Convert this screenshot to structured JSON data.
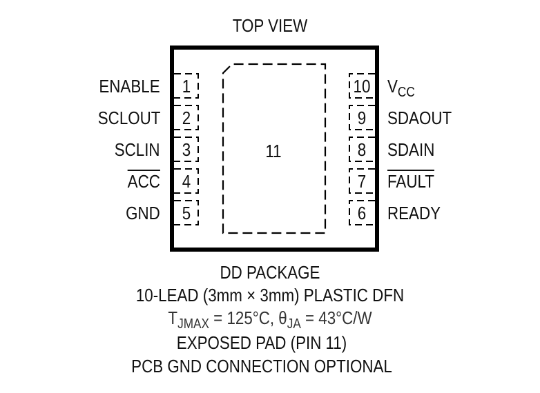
{
  "diagram": {
    "title": "TOP VIEW",
    "package": {
      "exposed_pad_number": "11",
      "outline_color": "#000000"
    },
    "left_pins": [
      {
        "number": "1",
        "name": "ENABLE",
        "overbar": false
      },
      {
        "number": "2",
        "name": "SCLOUT",
        "overbar": false
      },
      {
        "number": "3",
        "name": "SCLIN",
        "overbar": false
      },
      {
        "number": "4",
        "name": "ACC",
        "overbar": true
      },
      {
        "number": "5",
        "name": "GND",
        "overbar": false
      }
    ],
    "right_pins": [
      {
        "number": "10",
        "name": "V",
        "subscript": "CC",
        "overbar": false
      },
      {
        "number": "9",
        "name": "SDAOUT",
        "overbar": false
      },
      {
        "number": "8",
        "name": "SDAIN",
        "overbar": false
      },
      {
        "number": "7",
        "name": "FAULT",
        "overbar": true
      },
      {
        "number": "6",
        "name": "READY",
        "overbar": false
      }
    ],
    "caption": {
      "line1": "DD PACKAGE",
      "line2": "10-LEAD (3mm × 3mm) PLASTIC DFN",
      "line3": {
        "t": "T",
        "t_sub": "JMAX",
        "t_val": " = 125°C, ",
        "theta": "θ",
        "theta_sub": "JA",
        "theta_val": " = 43°C/W"
      },
      "line4": "EXPOSED PAD (PIN 11)",
      "line5": "PCB GND CONNECTION OPTIONAL"
    }
  }
}
